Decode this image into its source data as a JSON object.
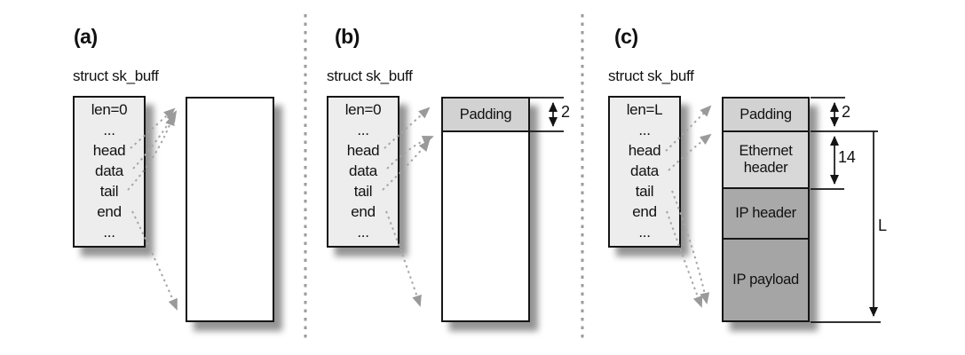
{
  "figure": {
    "panels": [
      {
        "label": "(a)",
        "struct_title": "struct sk_buff",
        "fields": [
          "len=0",
          "...",
          "head",
          "data",
          "tail",
          "end",
          "..."
        ],
        "sections": []
      },
      {
        "label": "(b)",
        "struct_title": "struct sk_buff",
        "fields": [
          "len=0",
          "...",
          "head",
          "data",
          "tail",
          "end",
          "..."
        ],
        "sections": [
          {
            "name": "Padding",
            "size": "2"
          }
        ]
      },
      {
        "label": "(c)",
        "struct_title": "struct sk_buff",
        "fields": [
          "len=L",
          "...",
          "head",
          "data",
          "tail",
          "end",
          "..."
        ],
        "sections": [
          {
            "name": "Padding",
            "size": "2"
          },
          {
            "name": "Ethernet header",
            "size": "14"
          },
          {
            "name": "IP header"
          },
          {
            "name": "IP payload"
          }
        ],
        "length_label": "L"
      }
    ],
    "colors": {
      "struct_fill": "#ededed",
      "padding_fill": "#d2d2d2",
      "ethernet_fill": "#d8d8d8",
      "ip_header_fill": "#a9a9a9",
      "ip_payload_fill": "#a5a5a5",
      "arrow_gray": "#a0a0a0",
      "dimension_black": "#141414"
    }
  }
}
